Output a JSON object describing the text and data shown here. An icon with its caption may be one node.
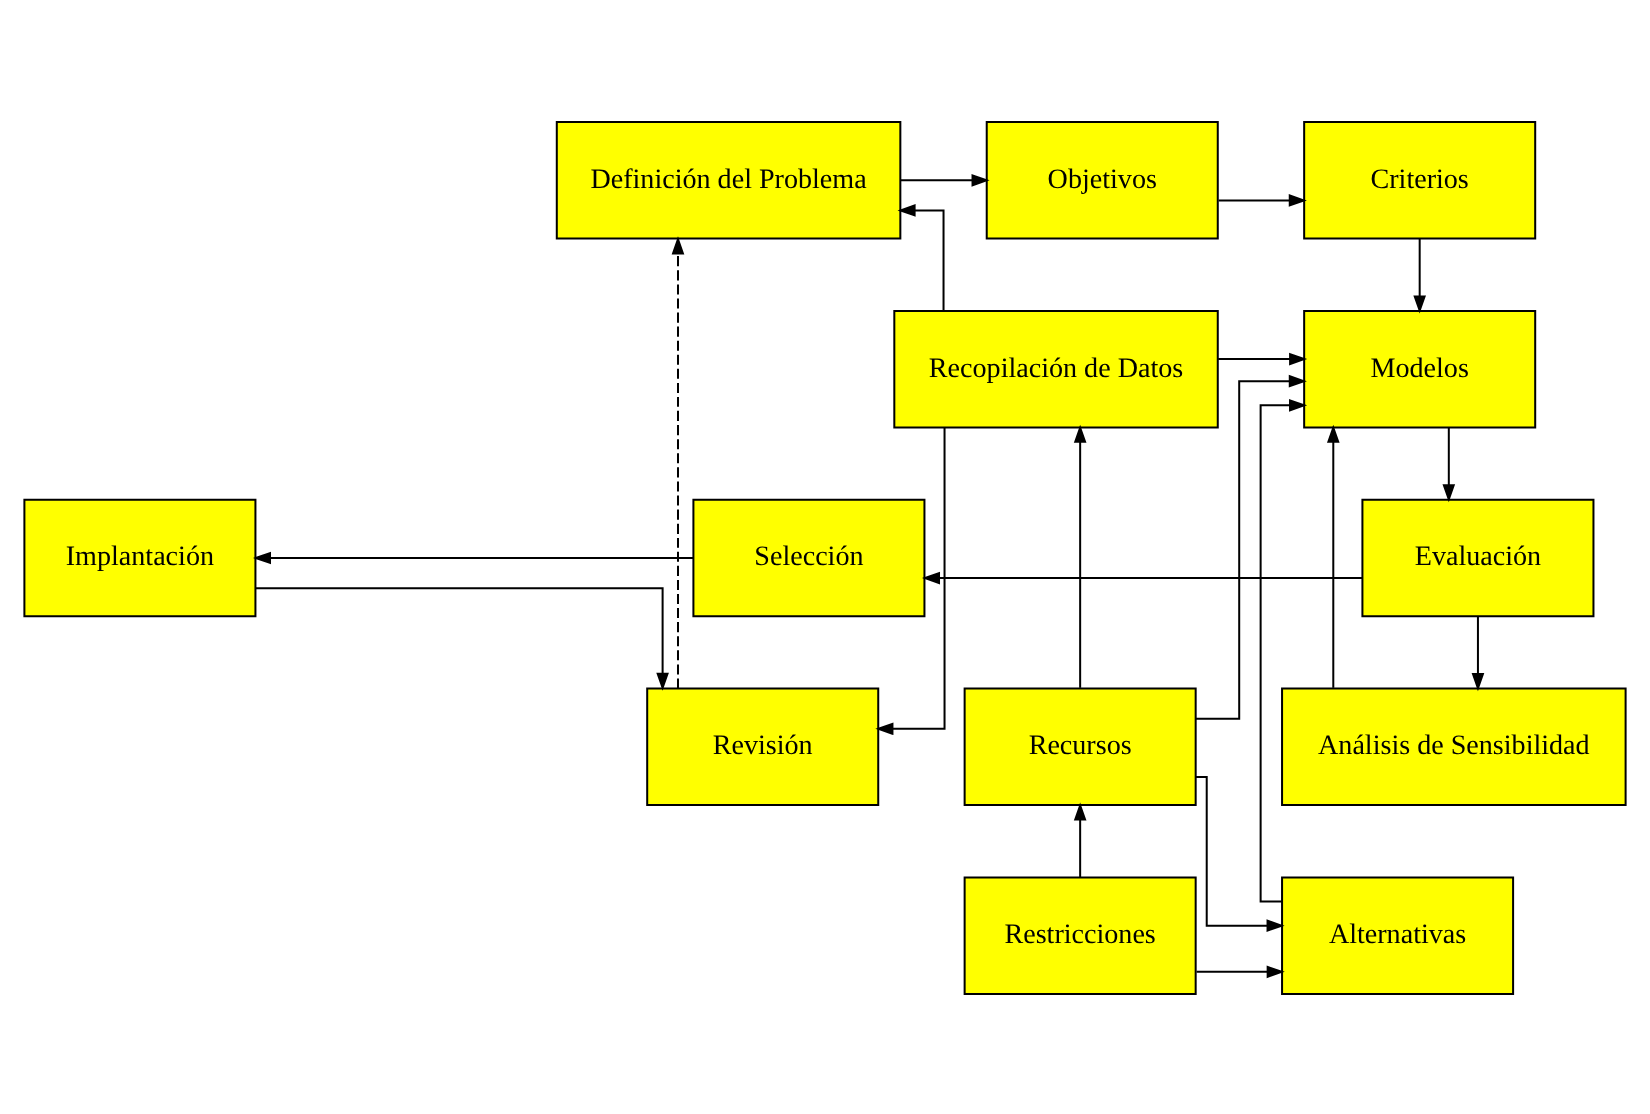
{
  "diagram": {
    "nodes": [
      {
        "text": [
          "Definición del Problema"
        ]
      },
      {
        "text": [
          "Objetivos"
        ]
      },
      {
        "text": [
          "Criterios"
        ]
      },
      {
        "text": [
          "Recopilación de Datos"
        ]
      },
      {
        "text": [
          "Modelos"
        ]
      },
      {
        "text": [
          "Revisión"
        ]
      },
      {
        "text": [
          "Recursos"
        ]
      },
      {
        "text": [
          "Análisis de Sensibilidad"
        ]
      },
      {
        "text": [
          "Restricciones"
        ]
      },
      {
        "text": [
          "Alternativas"
        ]
      },
      {
        "text": [
          "Implantación"
        ]
      },
      {
        "text": [
          "Selección"
        ]
      },
      {
        "text": [
          "Evaluación"
        ]
      }
    ],
    "edges": [
      {
        "from": 0,
        "to": 1,
        "arrow": "to"
      },
      {
        "from": 1,
        "to": 2,
        "arrow": "to"
      },
      {
        "from": 2,
        "to": 4,
        "arrow": "to"
      },
      {
        "from": 3,
        "to": 0,
        "arrow": "to"
      },
      {
        "from": 3,
        "to": 4,
        "arrow": "to"
      },
      {
        "from": 3,
        "to": 5,
        "arrow": "to"
      },
      {
        "from": 5,
        "to": 0,
        "arrow": "to",
        "style": "dashed"
      },
      {
        "from": 6,
        "to": 3,
        "arrow": "to"
      },
      {
        "from": 6,
        "to": 4,
        "arrow": "to"
      },
      {
        "from": 6,
        "to": 9,
        "arrow": "to"
      },
      {
        "from": 8,
        "to": 6,
        "arrow": "to"
      },
      {
        "from": 8,
        "to": 9,
        "arrow": "to"
      },
      {
        "from": 9,
        "to": 4,
        "arrow": "to"
      },
      {
        "from": 4,
        "to": 12,
        "arrow": "to"
      },
      {
        "from": 12,
        "to": 7,
        "arrow": "to"
      },
      {
        "from": 7,
        "to": 4,
        "arrow": "to"
      },
      {
        "from": 12,
        "to": 11,
        "arrow": "to"
      },
      {
        "from": 11,
        "to": 10,
        "arrow": "to"
      },
      {
        "from": 10,
        "to": 5,
        "arrow": "to"
      }
    ]
  }
}
